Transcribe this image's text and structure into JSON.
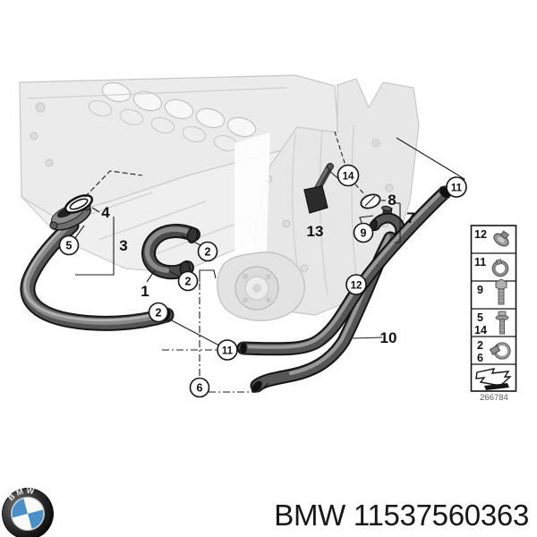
{
  "footer": {
    "logo_letters": "BMW",
    "text": "BMW 11537560363"
  },
  "legend": {
    "diagram_number": "266784",
    "rows": [
      {
        "labels": [
          "12"
        ],
        "icon": "hose-clamp-tilted-icon"
      },
      {
        "labels": [
          "11"
        ],
        "icon": "spring-clamp-icon"
      },
      {
        "labels": [
          "9"
        ],
        "icon": "hex-bolt-icon"
      },
      {
        "labels": [
          "5",
          "14"
        ],
        "icon": "stud-bolt-icon"
      },
      {
        "labels": [
          "2",
          "6"
        ],
        "icon": "worm-clamp-icon"
      },
      {
        "labels": [],
        "icon": "direction-arrow-icon"
      }
    ]
  },
  "callouts": {
    "circled": [
      {
        "label": "5"
      },
      {
        "label": "2"
      },
      {
        "label": "2"
      },
      {
        "label": "2"
      },
      {
        "label": "14"
      },
      {
        "label": "9"
      },
      {
        "label": "11"
      },
      {
        "label": "11"
      },
      {
        "label": "12"
      },
      {
        "label": "6"
      }
    ],
    "bold": [
      {
        "label": "4"
      },
      {
        "label": "3"
      },
      {
        "label": "1"
      },
      {
        "label": "13"
      },
      {
        "label": "8"
      },
      {
        "label": "7"
      },
      {
        "label": "10"
      }
    ]
  },
  "colors": {
    "background": "#ffffff",
    "line": "#1d1d1d",
    "faded_engine": "#c9c9c9",
    "hose_dark": "#161616",
    "logo_blue": "#4a8fc7"
  }
}
